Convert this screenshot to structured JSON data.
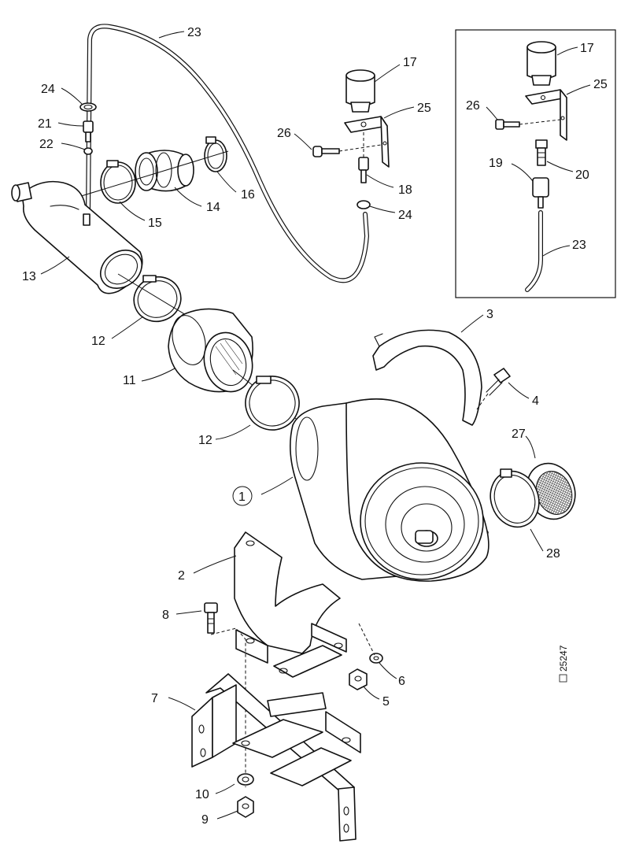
{
  "diagram": {
    "reference": "25247",
    "callouts": {
      "c1": "1",
      "c2": "2",
      "c3": "3",
      "c4": "4",
      "c5": "5",
      "c6": "6",
      "c7": "7",
      "c8": "8",
      "c9": "9",
      "c10": "10",
      "c11": "11",
      "c12a": "12",
      "c12b": "12",
      "c13": "13",
      "c14": "14",
      "c15": "15",
      "c16": "16",
      "c17": "17",
      "c18": "18",
      "c21": "21",
      "c22": "22",
      "c23": "23",
      "c24a": "24",
      "c24b": "24",
      "c25": "25",
      "c26": "26",
      "c27": "27",
      "c28": "28"
    },
    "inset": {
      "c17": "17",
      "c19": "19",
      "c20": "20",
      "c23": "23",
      "c25": "25",
      "c26": "26"
    }
  }
}
